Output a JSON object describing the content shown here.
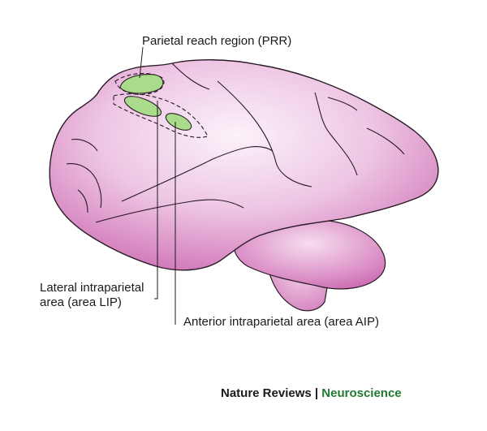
{
  "labels": {
    "prr": "Parietal reach region (PRR)",
    "lip_line1": "Lateral intraparietal",
    "lip_line2": "area (area LIP)",
    "aip": "Anterior intraparietal area (area AIP)"
  },
  "footer": {
    "journal": "Nature Reviews",
    "separator": " | ",
    "section": "Neuroscience"
  },
  "colors": {
    "brain_fill": "#c65aa8",
    "brain_highlight": "#fbf2fa",
    "region_fill": "#a9db8a",
    "outline": "#2a1a28",
    "section_text": "#1f7a32"
  }
}
